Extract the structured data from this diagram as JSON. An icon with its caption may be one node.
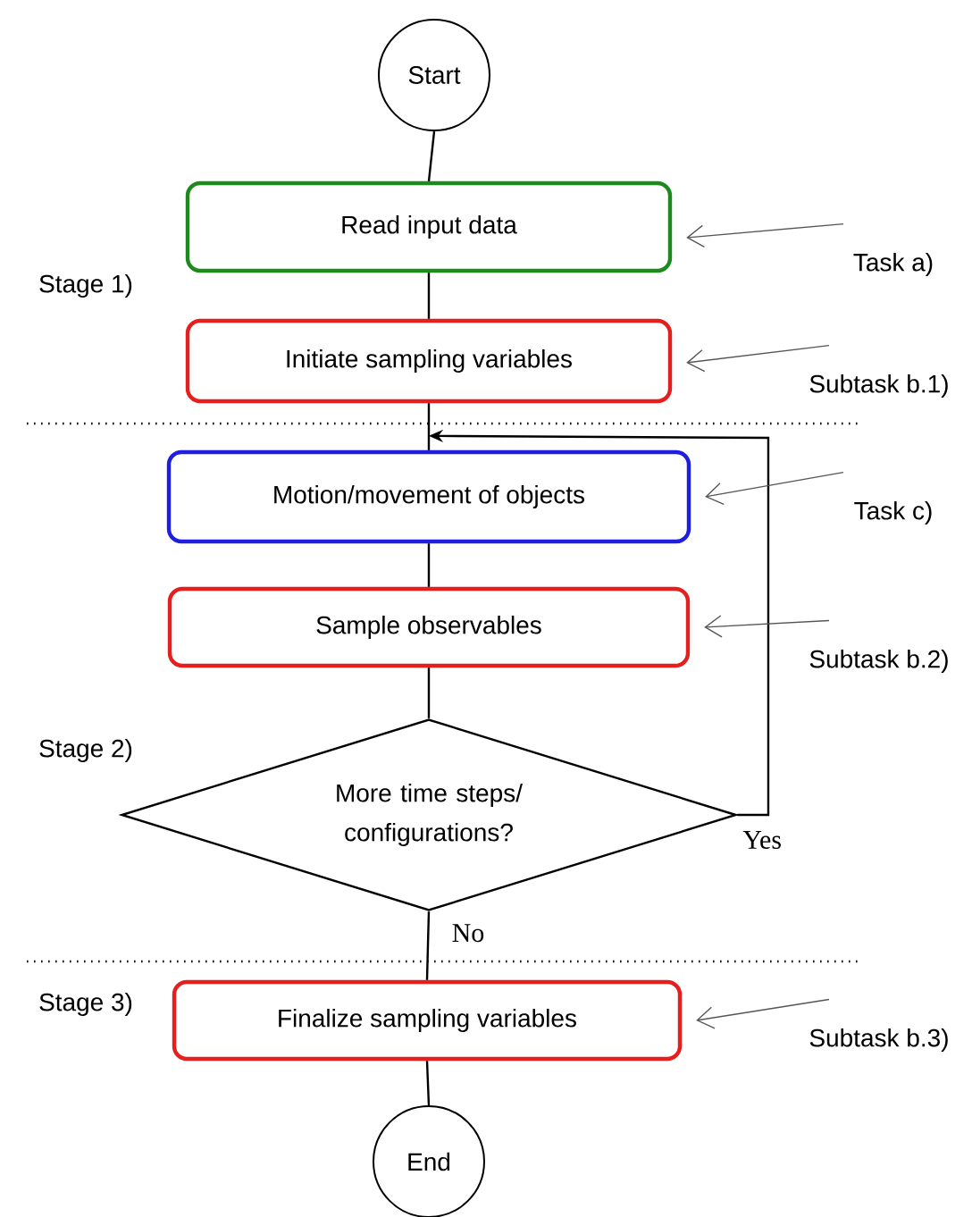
{
  "diagram": {
    "nodes": [
      {
        "text": [
          "Start"
        ]
      },
      {
        "text": [
          "Read input data"
        ]
      },
      {
        "text": [
          "Initiate sampling variables"
        ]
      },
      {
        "text": [
          "Motion/movement of objects"
        ]
      },
      {
        "text": [
          "Sample observables"
        ]
      },
      {
        "text": [
          "More time steps/ configurations?"
        ]
      },
      {
        "text": [
          "Finalize sampling variables"
        ]
      },
      {
        "text": [
          "End"
        ]
      },
      {
        "text": [
          "Task a)"
        ]
      },
      {
        "text": [
          "Subtask b.1)"
        ]
      },
      {
        "text": [
          "Task c)"
        ]
      },
      {
        "text": [
          "Subtask b.2)"
        ]
      },
      {
        "text": [
          "Subtask b.3)"
        ]
      }
    ],
    "edges": [
      {
        "from": 0,
        "to": 1,
        "arrow": "none"
      },
      {
        "from": 1,
        "to": 2,
        "arrow": "none"
      },
      {
        "from": 2,
        "to": 3,
        "arrow": "none"
      },
      {
        "from": 3,
        "to": 4,
        "arrow": "none"
      },
      {
        "from": 4,
        "to": 5,
        "arrow": "none"
      },
      {
        "from": 5,
        "to": 3,
        "arrow": "to",
        "label": "Yes"
      },
      {
        "from": 5,
        "to": 6,
        "arrow": "none",
        "label": "No"
      },
      {
        "from": 6,
        "to": 7,
        "arrow": "none"
      },
      {
        "from": 8,
        "to": 1,
        "arrow": "to",
        "color": "#555555"
      },
      {
        "from": 9,
        "to": 2,
        "arrow": "to",
        "color": "#555555"
      },
      {
        "from": 10,
        "to": 3,
        "arrow": "to",
        "color": "#555555"
      },
      {
        "from": 11,
        "to": 4,
        "arrow": "to",
        "color": "#555555"
      },
      {
        "from": 12,
        "to": 6,
        "arrow": "to",
        "color": "#555555"
      }
    ],
    "labels": [
      "Stage 1)",
      "Stage 2)",
      "Stage 3)"
    ]
  }
}
